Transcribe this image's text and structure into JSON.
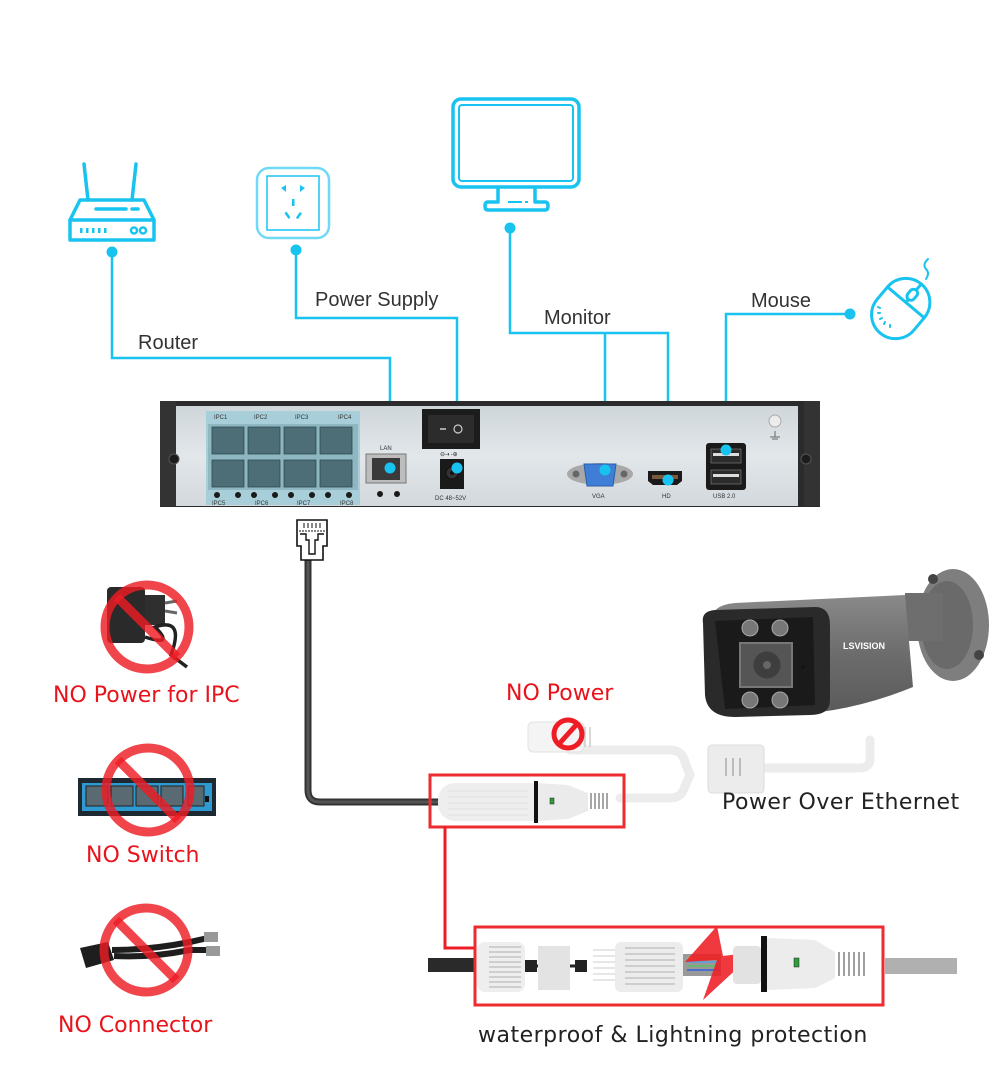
{
  "colors": {
    "connector_line": "#19c3f0",
    "warning_red": "#e8141c",
    "nvr_body": "#d7dde1",
    "nvr_frame": "#2a2a2a",
    "cable_dark": "#3a3a3a"
  },
  "devices": {
    "router": {
      "label": "Router",
      "icon": "router-icon"
    },
    "power_supply": {
      "label": "Power Supply",
      "icon": "power-outlet-icon"
    },
    "monitor": {
      "label": "Monitor",
      "icon": "monitor-icon"
    },
    "mouse": {
      "label": "Mouse",
      "icon": "mouse-icon"
    }
  },
  "nvr": {
    "ipc_ports_top": [
      "IPC1",
      "IPC2",
      "IPC3",
      "IPC4"
    ],
    "ipc_ports_bottom": [
      "IPC5",
      "IPC6",
      "IPC7",
      "IPC8"
    ],
    "lan_label": "LAN",
    "power_label": "DC 48~52V",
    "power_symbol": "⊖-◐-⊕",
    "vga_label": "VGA",
    "hd_label": "HD",
    "usb_label": "USB 2.0"
  },
  "warnings": [
    {
      "label": "NO Power for IPC",
      "icon": "power-adapter-icon"
    },
    {
      "label": "NO Switch",
      "icon": "network-switch-icon"
    },
    {
      "label": "NO Connector",
      "icon": "poe-splitter-icon"
    }
  ],
  "camera": {
    "brand": "LSVISION",
    "no_power_label": "NO Power",
    "poe_label": "Power Over Ethernet"
  },
  "connector_detail": {
    "label": "waterproof & Lightning protection"
  }
}
